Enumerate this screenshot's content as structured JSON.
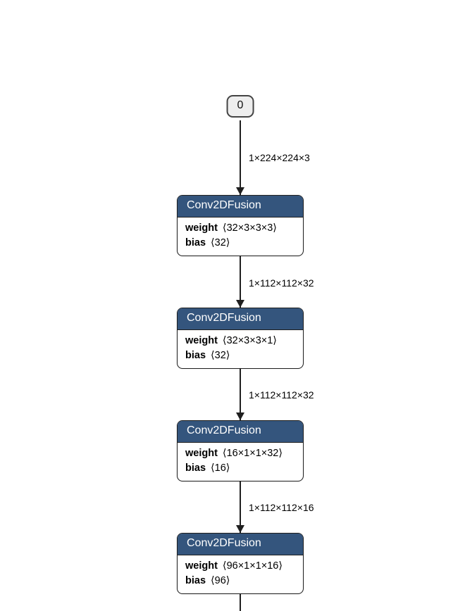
{
  "graph": {
    "input_node": {
      "label": "0"
    },
    "edge_labels": [
      {
        "shape": "1×224×224×3"
      },
      {
        "shape": "1×112×112×32"
      },
      {
        "shape": "1×112×112×32"
      },
      {
        "shape": "1×112×112×16"
      }
    ],
    "nodes": [
      {
        "title": "Conv2DFusion",
        "params": [
          {
            "name": "weight",
            "value": "⟨32×3×3×3⟩"
          },
          {
            "name": "bias",
            "value": "⟨32⟩"
          }
        ]
      },
      {
        "title": "Conv2DFusion",
        "params": [
          {
            "name": "weight",
            "value": "⟨32×3×3×1⟩"
          },
          {
            "name": "bias",
            "value": "⟨32⟩"
          }
        ]
      },
      {
        "title": "Conv2DFusion",
        "params": [
          {
            "name": "weight",
            "value": "⟨16×1×1×32⟩"
          },
          {
            "name": "bias",
            "value": "⟨16⟩"
          }
        ]
      },
      {
        "title": "Conv2DFusion",
        "params": [
          {
            "name": "weight",
            "value": "⟨96×1×1×16⟩"
          },
          {
            "name": "bias",
            "value": "⟨96⟩"
          }
        ]
      }
    ],
    "colors": {
      "node_header": "#34557d",
      "node_border": "#1f1f1f",
      "input_fill": "#eeeeee",
      "edge": "#1f1f1f",
      "background": "#ffffff"
    }
  }
}
